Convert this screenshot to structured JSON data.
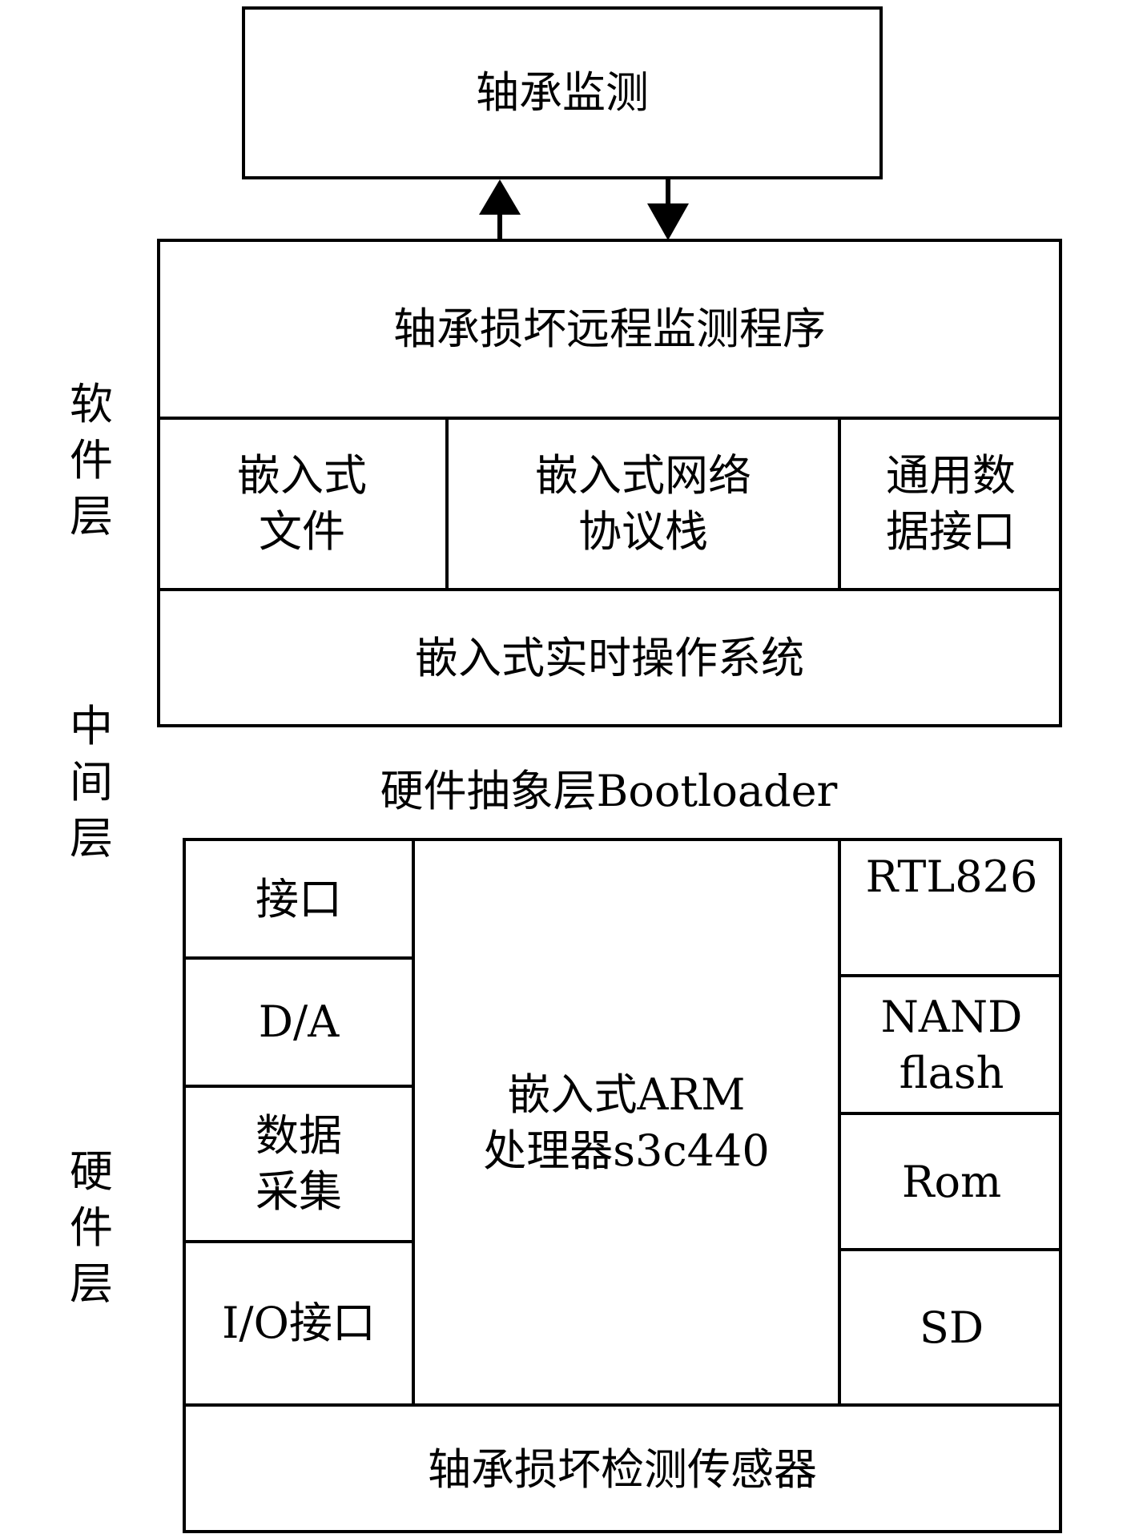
{
  "top_box": {
    "label": "轴承监测"
  },
  "software": {
    "program": "轴承损坏远程监测程序",
    "modules": [
      {
        "line1": "嵌入式",
        "line2": "文件"
      },
      {
        "line1": "嵌入式网络",
        "line2": "协议栈"
      },
      {
        "line1": "通用数",
        "line2": "据接口"
      }
    ],
    "os": "嵌入式实时操作系统"
  },
  "middle": {
    "label": "硬件抽象层Bootloader"
  },
  "hardware": {
    "left": [
      {
        "line1": "接口",
        "line2": ""
      },
      {
        "line1": "D/A",
        "line2": ""
      },
      {
        "line1": "数据",
        "line2": "采集"
      },
      {
        "line1": "I/O接口",
        "line2": ""
      }
    ],
    "center": {
      "line1": "嵌入式ARM",
      "line2": "处理器s3c440"
    },
    "right": [
      {
        "line1": "RTL826",
        "line2": ""
      },
      {
        "line1": "NAND",
        "line2": "flash"
      },
      {
        "line1": "Rom",
        "line2": ""
      },
      {
        "line1": "SD",
        "line2": ""
      }
    ],
    "sensor": "轴承损坏检测传感器"
  },
  "side_labels": {
    "software": [
      "软",
      "件",
      "层"
    ],
    "middle": [
      "中",
      "间",
      "层"
    ],
    "hardware": [
      "硬",
      "件",
      "层"
    ]
  }
}
